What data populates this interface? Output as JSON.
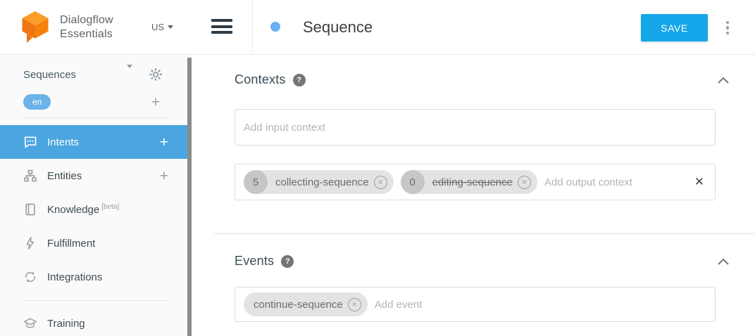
{
  "branding": {
    "product": "Dialogflow",
    "edition": "Essentials",
    "region": "US"
  },
  "header": {
    "title": "Sequence",
    "save_label": "SAVE"
  },
  "sidebar": {
    "agent_name": "Sequences",
    "language": "en",
    "items": [
      {
        "label": "Intents",
        "icon": "chat-bubble-icon",
        "active": true
      },
      {
        "label": "Entities",
        "icon": "sitemap-icon",
        "active": false
      },
      {
        "label": "Knowledge",
        "badge": "[beta]",
        "icon": "book-icon"
      },
      {
        "label": "Fulfillment",
        "icon": "lightning-icon"
      },
      {
        "label": "Integrations",
        "icon": "sync-icon"
      },
      {
        "label": "Training",
        "icon": "graduation-cap-icon"
      }
    ]
  },
  "contexts": {
    "heading": "Contexts",
    "input_placeholder": "Add input context",
    "output_placeholder": "Add output context",
    "output_chips": [
      {
        "lifespan": "5",
        "name": "collecting-sequence",
        "expired": false
      },
      {
        "lifespan": "0",
        "name": "editing-sequence",
        "expired": true
      }
    ]
  },
  "events": {
    "heading": "Events",
    "placeholder": "Add event",
    "chips": [
      {
        "name": "continue-sequence"
      }
    ]
  },
  "icons": {
    "plus": "+",
    "close": "✕",
    "remove": "×",
    "help": "?"
  },
  "colors": {
    "accent_blue": "#14a6e8",
    "sidebar_active_blue": "#4aa5e0",
    "lang_badge_blue": "#6cb2e8",
    "status_dot_blue": "#6aaef5",
    "logo_orange": "#f57c00",
    "chip_gray": "#e3e3e3"
  }
}
